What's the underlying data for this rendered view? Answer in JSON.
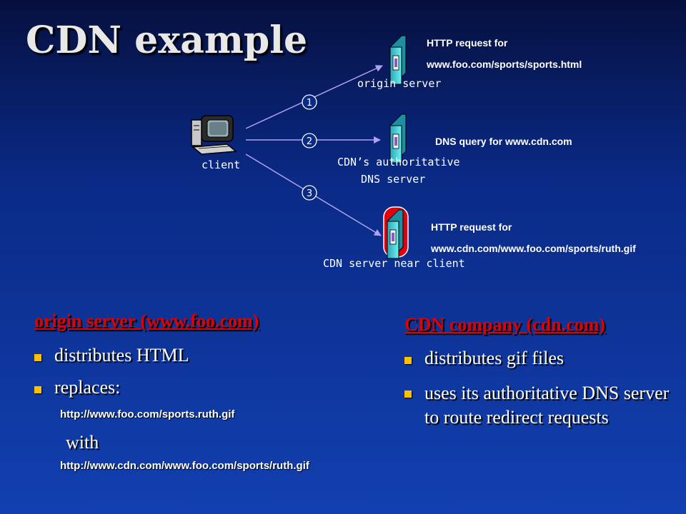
{
  "title": "CDN example",
  "diagram": {
    "client_label": "client",
    "origin_label": "origin server",
    "dns_label_line1": "CDN’s authoritative",
    "dns_label_line2": "DNS server",
    "cdn_near_label": "CDN server near client",
    "step1": "1",
    "step2": "2",
    "step3": "3",
    "msg1_line1": "HTTP request for",
    "msg1_line2": "www.foo.com/sports/sports.html",
    "msg2": "DNS query for www.cdn.com",
    "msg3_line1": "HTTP request for",
    "msg3_line2": "www.cdn.com/www.foo.com/sports/ruth.gif",
    "colors": {
      "arrow": "#b0a0f0",
      "server_cyan": "#40d8d8",
      "highlight_red": "#e00010",
      "heading_red": "#e00000",
      "bullet": "#ffc000"
    }
  },
  "left": {
    "heading": "origin server (www.foo.com)",
    "bullet1": "distributes HTML",
    "bullet2": "replaces:",
    "url_old": "http://www.foo.com/sports.ruth.gif",
    "with": "with",
    "url_new": "http://www.cdn.com/www.foo.com/sports/ruth.gif"
  },
  "right": {
    "heading": "CDN company (cdn.com)",
    "bullet1": "distributes gif files",
    "bullet2": "uses its authoritative DNS server to route redirect requests"
  }
}
